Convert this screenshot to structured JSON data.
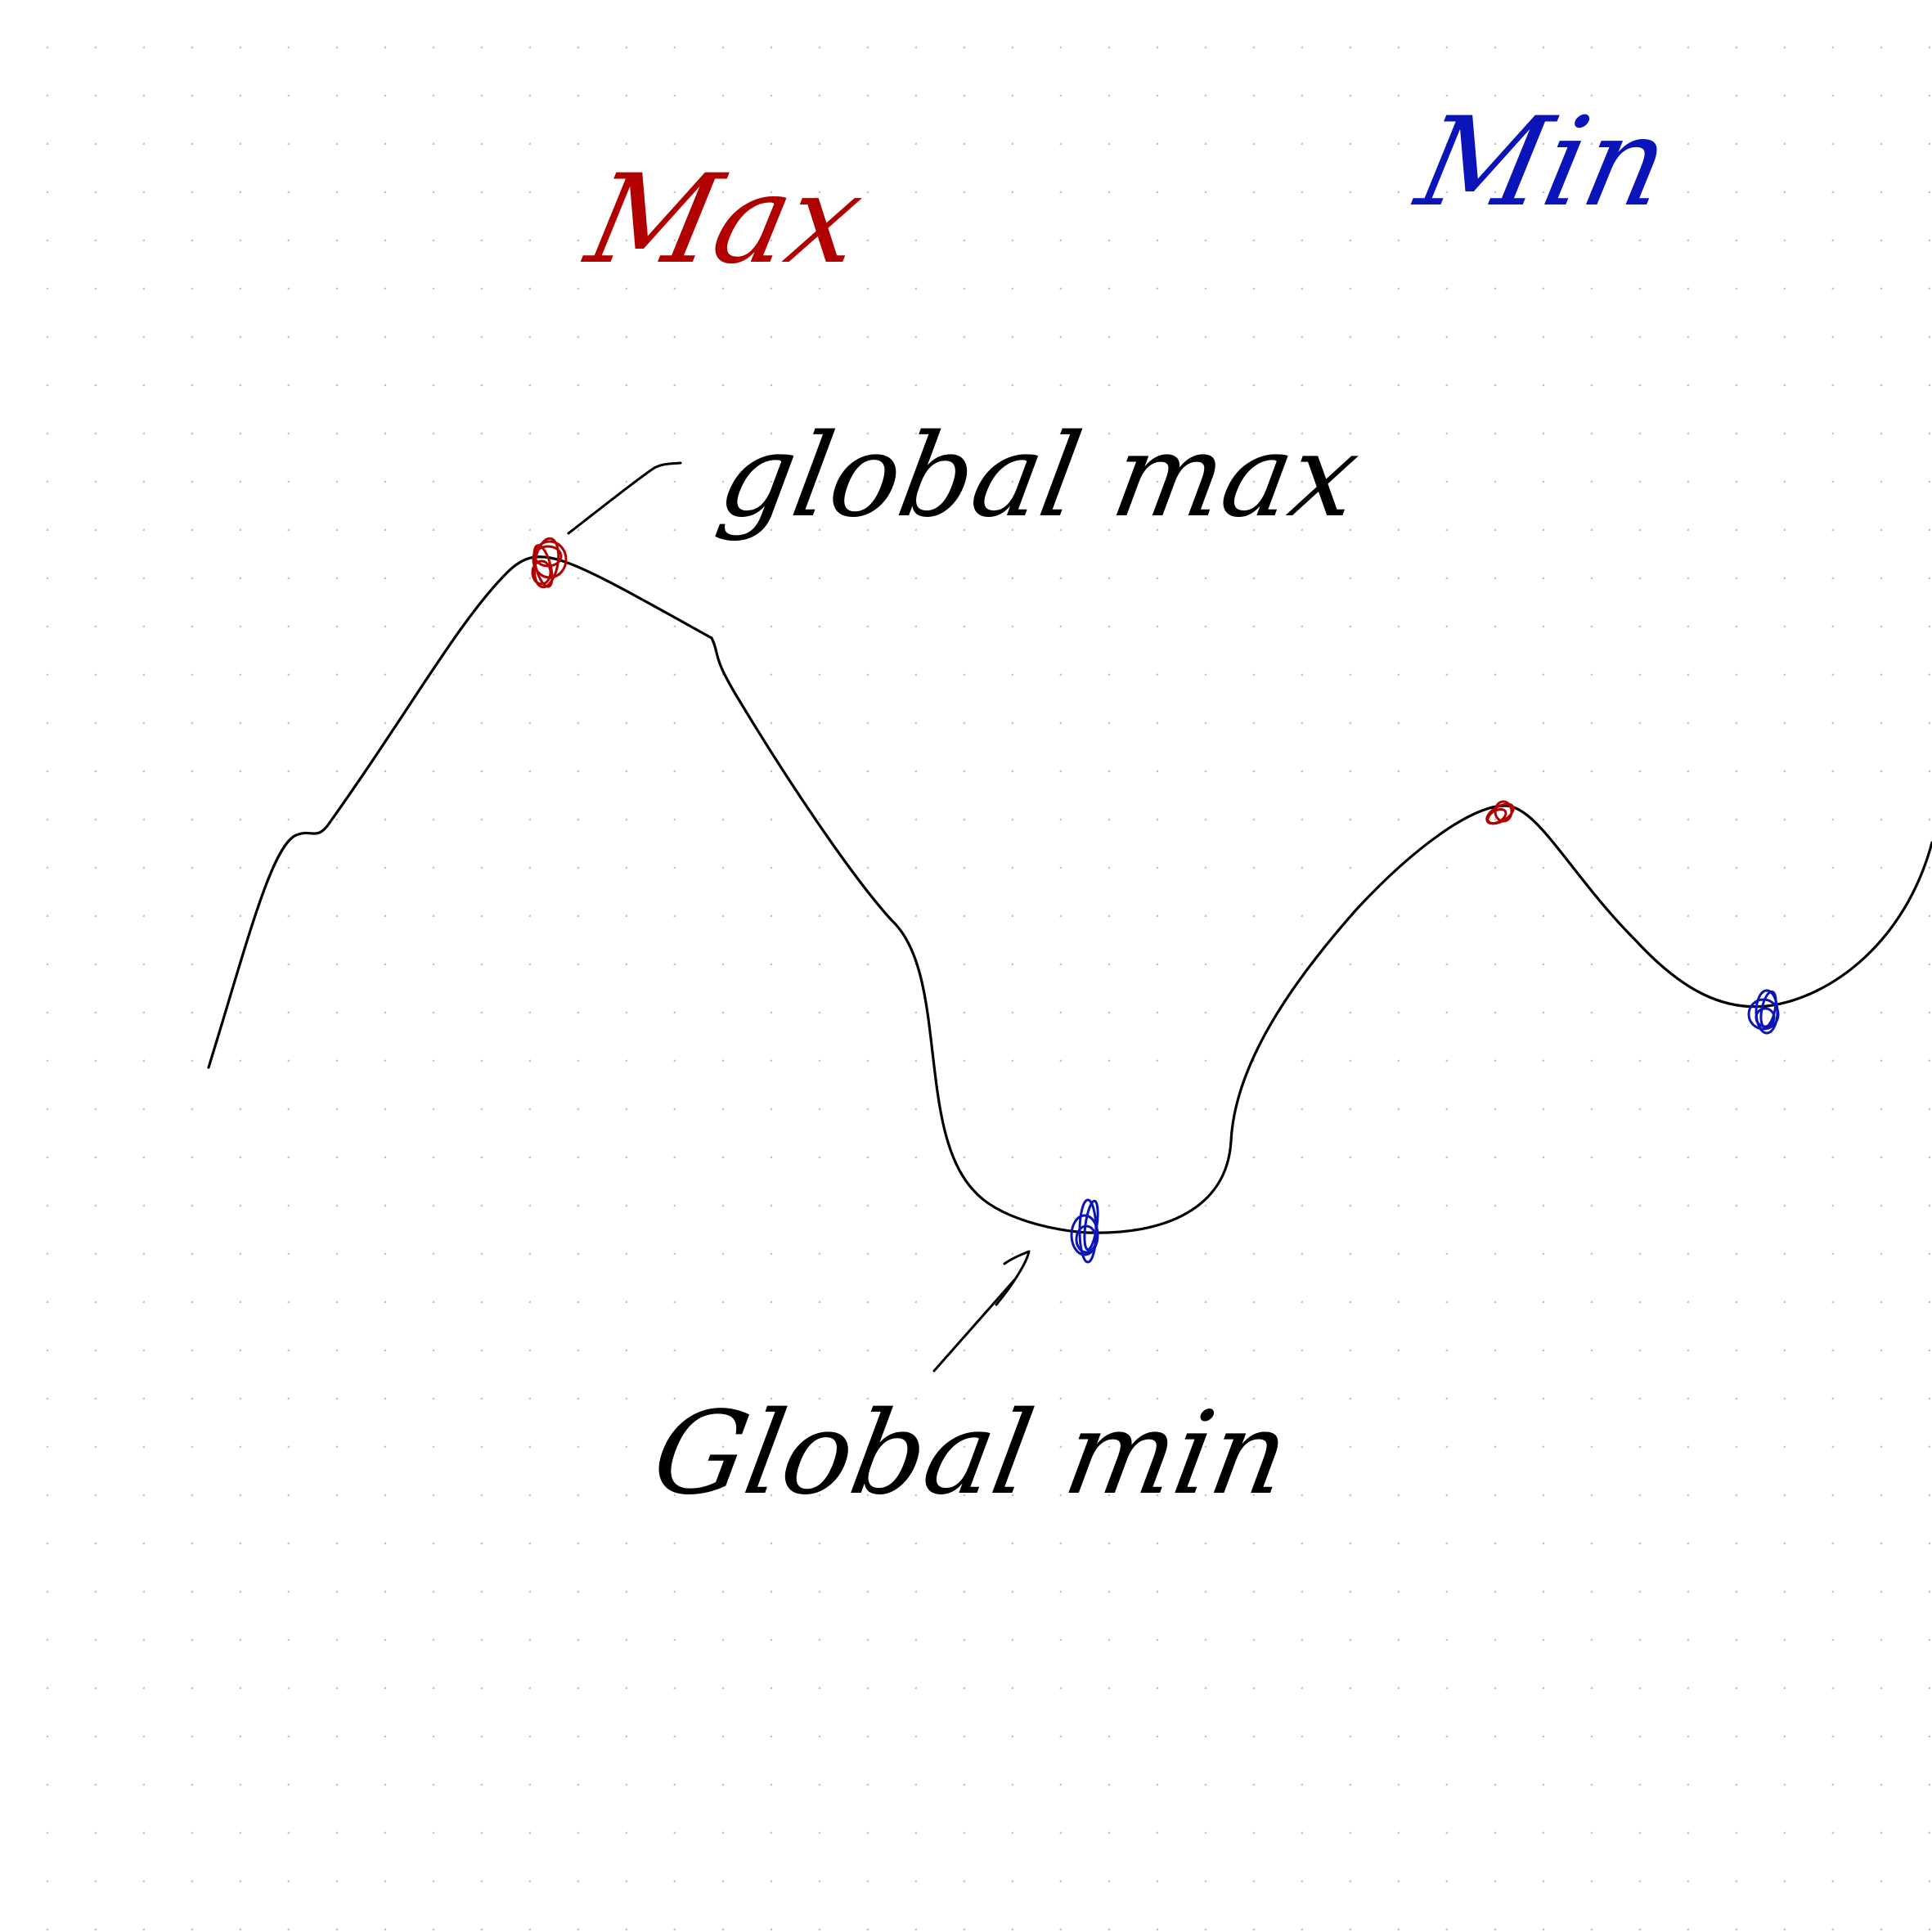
{
  "legend": {
    "max_label": "Max",
    "min_label": "Min"
  },
  "annotations": {
    "global_max": "global max",
    "global_min": "Global min"
  },
  "colors": {
    "paper": "#ffffff",
    "grid_dot": "#c4c4c4",
    "curve": "#000000",
    "max_ink": "#b00000",
    "min_ink": "#0a14b8"
  },
  "markers": [
    {
      "kind": "max",
      "type": "global"
    },
    {
      "kind": "min",
      "type": "global"
    },
    {
      "kind": "max",
      "type": "local"
    },
    {
      "kind": "min",
      "type": "local"
    }
  ]
}
